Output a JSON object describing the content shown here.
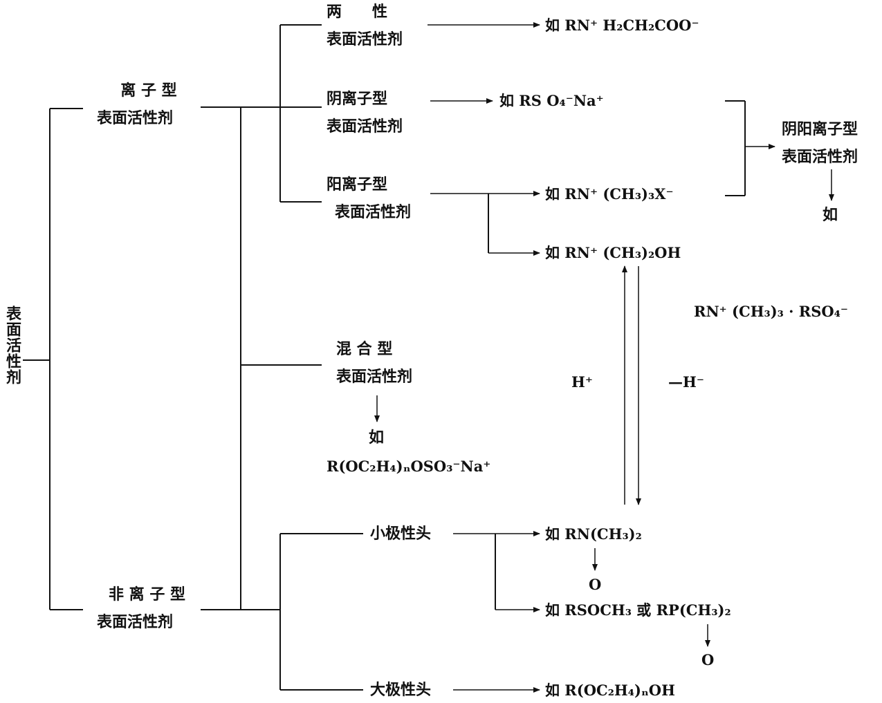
{
  "root": {
    "label": "表面活性剂"
  },
  "ionic": {
    "line1": "离 子 型",
    "line2": "表面活性剂"
  },
  "nonionic": {
    "line1": "非 离 子 型",
    "line2": "表面活性剂"
  },
  "amphoteric": {
    "line1": "两　　性",
    "line2": "表面活性剂",
    "example": "如 RN⁺ H₂CH₂COO⁻"
  },
  "anionic": {
    "line1": "阴离子型",
    "line2": "表面活性剂",
    "example": "如 RS O₄⁻Na⁺"
  },
  "cationic": {
    "line1": "阳离子型",
    "line2": "表面活性剂",
    "example1": "如 RN⁺ (CH₃)₃X⁻",
    "example2": "如 RN⁺ (CH₃)₂OH"
  },
  "catanionic": {
    "line1": "阴阳离子型",
    "line2": "表面活性剂",
    "example_label": "如",
    "example": "RN⁺ (CH₃)₃ · RSO₄⁻"
  },
  "mixed": {
    "line1": "混 合 型",
    "line2": "表面活性剂",
    "example_label": "如",
    "example": "R(OC₂H₄)ₙOSO₃⁻Na⁺"
  },
  "equilibrium": {
    "left": "H⁺",
    "right": "—H⁻"
  },
  "small_head": {
    "label": "小极性头",
    "example1": "如 RN(CH₃)₂",
    "example1_o": "O",
    "example2": "如 RSOCH₃ 或 RP(CH₃)₂",
    "example2_o": "O"
  },
  "large_head": {
    "label": "大极性头",
    "example": "如 R(OC₂H₄)ₙOH"
  }
}
